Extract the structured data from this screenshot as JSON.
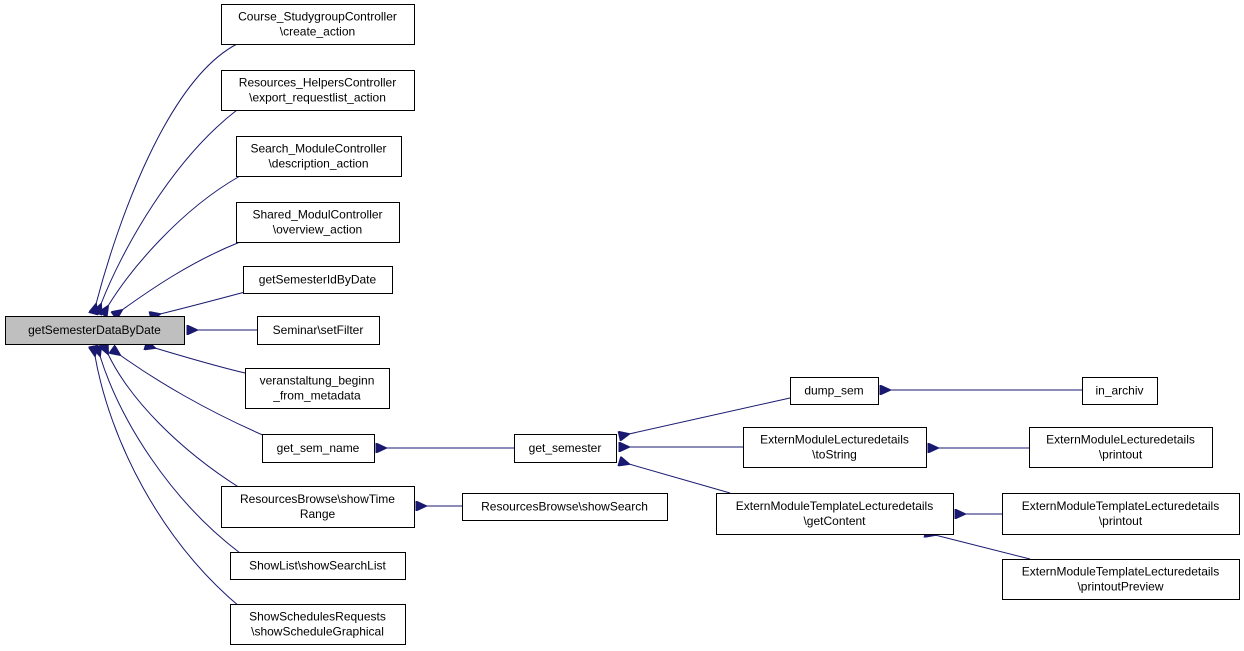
{
  "colors": {
    "edge": "#191970",
    "root_fill": "#bfbfbf",
    "node_fill": "#ffffff",
    "node_border": "#000000"
  },
  "nodes": [
    {
      "id": "root",
      "lines": [
        "getSemesterDataByDate"
      ]
    },
    {
      "id": "n1",
      "lines": [
        "Course_StudygroupController",
        "\\create_action"
      ]
    },
    {
      "id": "n2",
      "lines": [
        "Resources_HelpersController",
        "\\export_requestlist_action"
      ]
    },
    {
      "id": "n3",
      "lines": [
        "Search_ModuleController",
        "\\description_action"
      ]
    },
    {
      "id": "n4",
      "lines": [
        "Shared_ModulController",
        "\\overview_action"
      ]
    },
    {
      "id": "n5",
      "lines": [
        "getSemesterIdByDate"
      ]
    },
    {
      "id": "n6",
      "lines": [
        "Seminar\\setFilter"
      ]
    },
    {
      "id": "n7",
      "lines": [
        "veranstaltung_beginn",
        "_from_metadata"
      ]
    },
    {
      "id": "n8",
      "lines": [
        "get_sem_name"
      ]
    },
    {
      "id": "n9",
      "lines": [
        "ResourcesBrowse\\showTime",
        "Range"
      ]
    },
    {
      "id": "n10",
      "lines": [
        "ShowList\\showSearchList"
      ]
    },
    {
      "id": "n11",
      "lines": [
        "ShowSchedulesRequests",
        "\\showScheduleGraphical"
      ]
    },
    {
      "id": "n12",
      "lines": [
        "get_semester"
      ]
    },
    {
      "id": "n13",
      "lines": [
        "ResourcesBrowse\\showSearch"
      ]
    },
    {
      "id": "n14",
      "lines": [
        "dump_sem"
      ]
    },
    {
      "id": "n15",
      "lines": [
        "ExternModuleLecturedetails",
        "\\toString"
      ]
    },
    {
      "id": "n16",
      "lines": [
        "ExternModuleTemplateLecturedetails",
        "\\getContent"
      ]
    },
    {
      "id": "n17",
      "lines": [
        "in_archiv"
      ]
    },
    {
      "id": "n18",
      "lines": [
        "ExternModuleLecturedetails",
        "\\printout"
      ]
    },
    {
      "id": "n19",
      "lines": [
        "ExternModuleTemplateLecturedetails",
        "\\printout"
      ]
    },
    {
      "id": "n20",
      "lines": [
        "ExternModuleTemplateLecturedetails",
        "\\printoutPreview"
      ]
    }
  ],
  "edges": [
    {
      "from": "n1",
      "to": "root"
    },
    {
      "from": "n2",
      "to": "root"
    },
    {
      "from": "n3",
      "to": "root"
    },
    {
      "from": "n4",
      "to": "root"
    },
    {
      "from": "n5",
      "to": "root"
    },
    {
      "from": "n6",
      "to": "root"
    },
    {
      "from": "n7",
      "to": "root"
    },
    {
      "from": "n8",
      "to": "root"
    },
    {
      "from": "n9",
      "to": "root"
    },
    {
      "from": "n10",
      "to": "root"
    },
    {
      "from": "n11",
      "to": "root"
    },
    {
      "from": "n12",
      "to": "n8"
    },
    {
      "from": "n13",
      "to": "n9"
    },
    {
      "from": "n14",
      "to": "n12"
    },
    {
      "from": "n15",
      "to": "n12"
    },
    {
      "from": "n16",
      "to": "n12"
    },
    {
      "from": "n17",
      "to": "n14"
    },
    {
      "from": "n18",
      "to": "n15"
    },
    {
      "from": "n19",
      "to": "n16"
    },
    {
      "from": "n20",
      "to": "n16"
    }
  ]
}
